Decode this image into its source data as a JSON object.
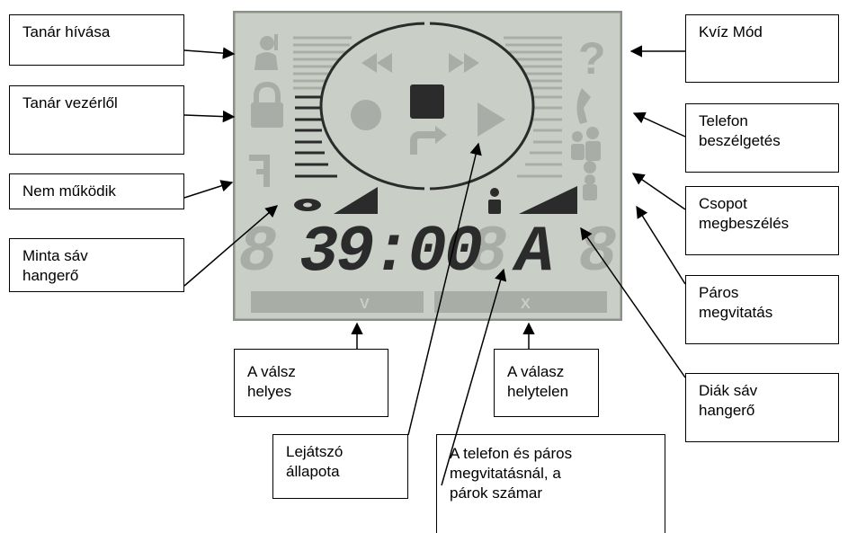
{
  "labels": {
    "tanar_hivasa": "Tanár hívása",
    "tanar_vezerlol": "Tanár vezérlől",
    "nem_mukodik": "Nem működik",
    "minta_sav": "Minta sáv\nhangerő",
    "valasz_helyes": "A válsz\nhelyes",
    "valasz_helytelen": "A válasz\nhelytelen",
    "lejatszo": "Lejátszó\nállapota",
    "telefon_paros": "A telefon és páros\nmegvitatásnál, a\npárok számar",
    "kviz_mod": "Kvíz Mód",
    "telefon_beszelgetes": "Telefon\nbeszélgetés",
    "csoport": "Csopot\nmegbeszélés",
    "paros_megvitatas": "Páros\nmegvitatás",
    "diak_sav": "Diák sáv\nhangerő"
  },
  "lcd": {
    "time": "39:00",
    "pair_letter": "A",
    "correct_mark": "V",
    "wrong_mark": "X",
    "question_glyph": "?",
    "colors": {
      "background": "#c9cec7",
      "border": "#8c908a",
      "lit": "#2b2b2b",
      "dim": "#a9ada7"
    }
  }
}
